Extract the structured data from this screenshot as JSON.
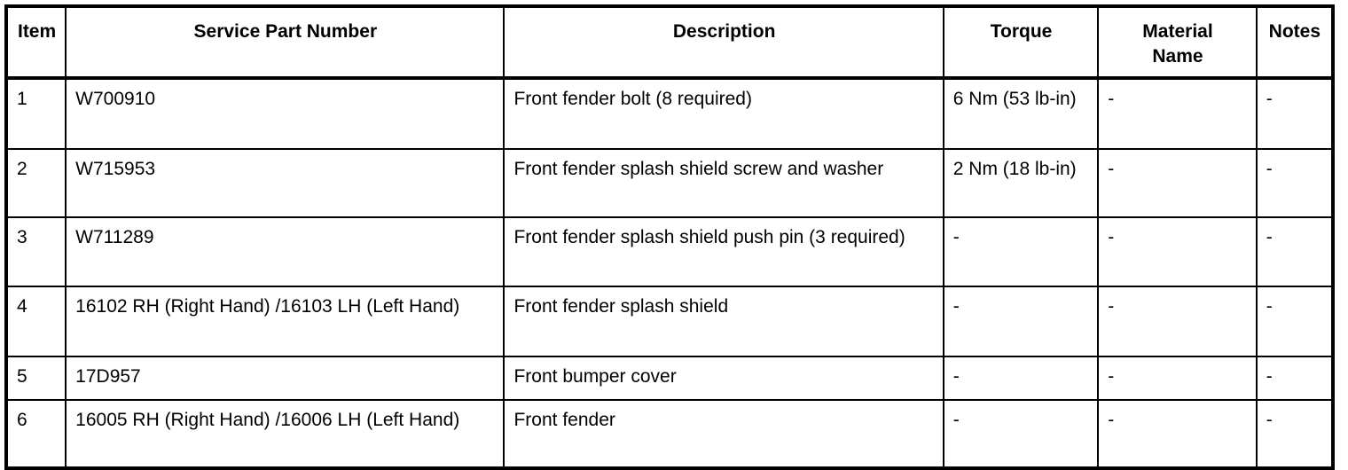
{
  "table": {
    "columns": [
      {
        "key": "item",
        "label": "Item"
      },
      {
        "key": "part_number",
        "label": "Service Part Number"
      },
      {
        "key": "description",
        "label": "Description"
      },
      {
        "key": "torque",
        "label": "Torque"
      },
      {
        "key": "material_name",
        "label": "Material\nName"
      },
      {
        "key": "notes",
        "label": "Notes"
      }
    ],
    "header": {
      "item": "Item",
      "part_number": "Service Part Number",
      "description": "Description",
      "torque": "Torque",
      "material_name_line1": "Material",
      "material_name_line2": "Name",
      "notes": "Notes"
    },
    "rows": [
      {
        "item": "1",
        "part_number": "W700910",
        "description": "Front fender bolt (8 required)",
        "torque": "6 Nm (53 lb-in)",
        "material_name": "-",
        "notes": "-"
      },
      {
        "item": "2",
        "part_number": "W715953",
        "description": "Front fender splash shield screw and washer",
        "torque": "2 Nm (18 lb-in)",
        "material_name": "-",
        "notes": "-"
      },
      {
        "item": "3",
        "part_number": "W711289",
        "description": "Front fender splash shield push pin (3 required)",
        "torque": "-",
        "material_name": "-",
        "notes": "-"
      },
      {
        "item": "4",
        "part_number": "16102 RH (Right Hand) /16103 LH (Left Hand)",
        "description": "Front fender splash shield",
        "torque": "-",
        "material_name": "-",
        "notes": "-"
      },
      {
        "item": "5",
        "part_number": "17D957",
        "description": "Front bumper cover",
        "torque": "-",
        "material_name": "-",
        "notes": "-"
      },
      {
        "item": "6",
        "part_number": "16005 RH (Right Hand) /16006 LH (Left Hand)",
        "description": "Front fender",
        "torque": "-",
        "material_name": "-",
        "notes": "-"
      }
    ]
  },
  "colors": {
    "border": "#000000",
    "text": "#000000",
    "background": "#ffffff"
  }
}
